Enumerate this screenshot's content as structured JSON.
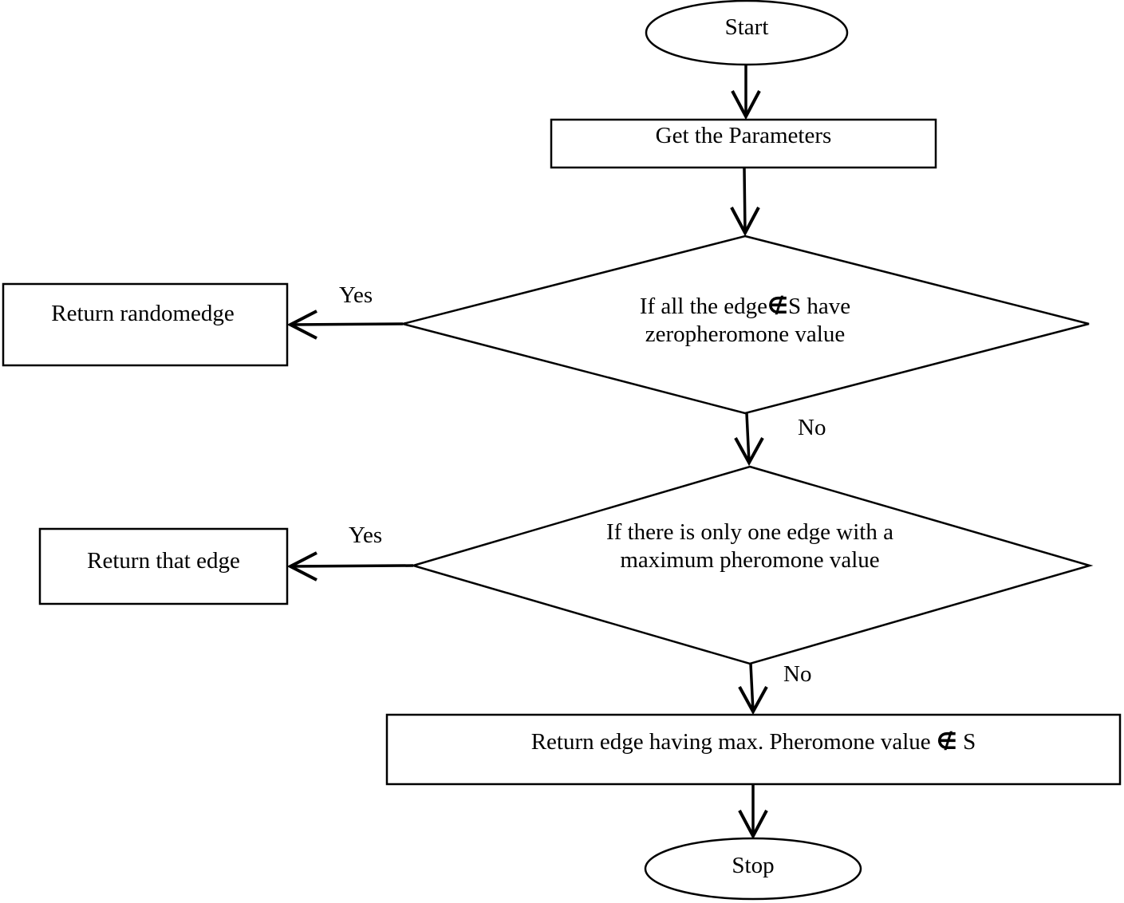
{
  "nodes": {
    "start": {
      "text": "Start"
    },
    "get_params": {
      "text": "Get the Parameters"
    },
    "decision_zero": {
      "line1_pre": "If all the edge",
      "line1_symbol": "∉",
      "line1_post": "S have",
      "line2": "zeropheromone value"
    },
    "return_random": {
      "text": "Return randomedge"
    },
    "decision_one_max": {
      "line1": "If there is only one edge with a",
      "line2": "maximum pheromone value"
    },
    "return_that": {
      "text": "Return that edge"
    },
    "return_max": {
      "pre": "Return edge having max. Pheromone value ",
      "symbol": "∉",
      "post": " S"
    },
    "stop": {
      "text": "Stop"
    }
  },
  "edges": {
    "d1_yes": "Yes",
    "d1_no": "No",
    "d2_yes": "Yes",
    "d2_no": "No"
  },
  "colors": {
    "stroke": "#000000",
    "background": "#ffffff"
  }
}
